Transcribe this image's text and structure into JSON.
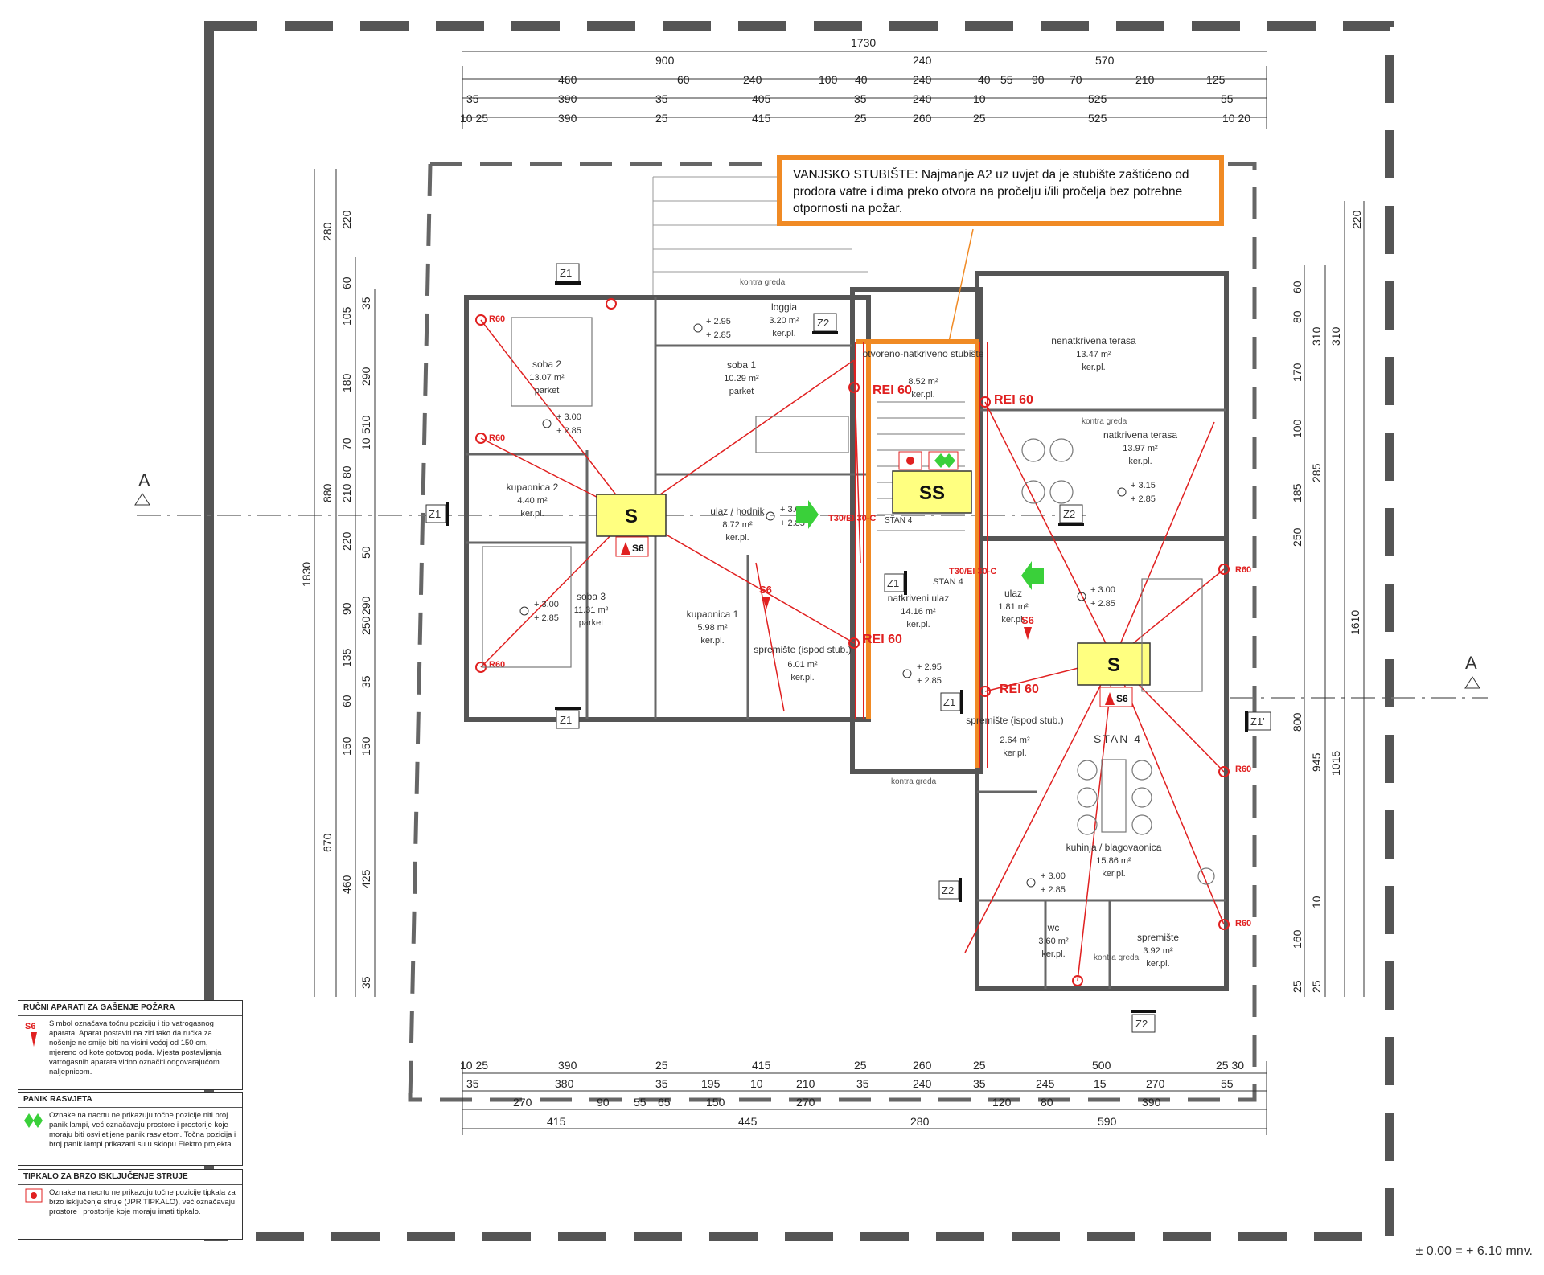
{
  "note": {
    "text": "VANJSKO STUBIŠTE: Najmanje A2 uz uvjet da je stubište zaštićeno od prodora vatre i dima preko otvora na pročelju i/ili pročelja bez potrebne otpornosti na požar."
  },
  "legend": {
    "extinguishers": {
      "title": "RUČNI APARATI ZA GAŠENJE POŽARA",
      "symbol": "S6",
      "text": "Simbol označava točnu poziciju i tip vatrogasnog aparata. Aparat postaviti na zid tako da ručka za nošenje ne smije biti na visini većoj od 150 cm, mjereno od kote gotovog poda. Mjesta postavljanja vatrogasnih aparata vidno označiti odgovarajućom naljepnicom."
    },
    "panic": {
      "title": "PANIK RASVJETA",
      "text": "Oznake na nacrtu ne prikazuju točne pozicije niti broj panik lampi, već označavaju prostore i prostorije koje moraju biti osvijetljene panik rasvjetom. Točna pozicija i broj panik lampi prikazani su u sklopu Elektro projekta."
    },
    "switch": {
      "title": "TIPKALO ZA BRZO ISKLJUČENJE STRUJE",
      "text": "Oznake na nacrtu ne prikazuju točne pozicije tipkala za brzo isključenje struje (JPR TIPKALO), već označavaju prostore i prostorije koje moraju imati tipkalo."
    }
  },
  "level_note": "± 0.00 = + 6.10 mnv.",
  "section_marks": {
    "left": "A",
    "right": "A"
  },
  "dims_top": {
    "row0": "1730",
    "row1": [
      "900",
      "240",
      "570"
    ],
    "row2": [
      "460",
      "60",
      "240",
      "100",
      "40",
      "240",
      "40",
      "55",
      "90",
      "70",
      "210",
      "125"
    ],
    "row3": [
      "35",
      "390",
      "35",
      "405",
      "35",
      "240",
      "10",
      "525",
      "55"
    ],
    "row4": [
      "10 25",
      "390",
      "25",
      "415",
      "25",
      "260",
      "25",
      "525",
      "10 20"
    ]
  },
  "dims_bottom": {
    "row1": [
      "10 25",
      "390",
      "25",
      "415",
      "25",
      "260",
      "25",
      "500",
      "25 30"
    ],
    "row2": [
      "35",
      "380",
      "35",
      "195",
      "10",
      "210",
      "35",
      "240",
      "35",
      "245",
      "15",
      "270",
      "55"
    ],
    "row3": [
      "270",
      "90",
      "55",
      "65",
      "150",
      "270",
      "120",
      "80",
      "390"
    ],
    "row4": [
      "415",
      "445",
      "280",
      "590"
    ]
  },
  "dims_left": {
    "outer": "1830",
    "col1": [
      "280",
      "880",
      "670"
    ],
    "col2": [
      "220",
      "60",
      "105",
      "180",
      "70",
      "80",
      "210",
      "220",
      "90",
      "135",
      "60",
      "150",
      "460"
    ],
    "col3": [
      "35",
      "290",
      "510",
      "10",
      "50",
      "290",
      "250",
      "35",
      "150",
      "425",
      "35"
    ]
  },
  "dims_right": {
    "outer": "1610",
    "col1": [
      "220",
      "60",
      "80",
      "170",
      "100",
      "185",
      "250",
      "800",
      "160",
      "25"
    ],
    "col2": [
      "310",
      "285",
      "945",
      "10",
      "25"
    ],
    "col3": [
      "310",
      "1015"
    ]
  },
  "rooms": [
    {
      "name": "soba 2",
      "area": "13.07 m²",
      "floor": "parket"
    },
    {
      "name": "soba 1",
      "area": "10.29 m²",
      "floor": "parket"
    },
    {
      "name": "loggia",
      "area": "3.20 m²",
      "floor": "ker.pl."
    },
    {
      "name": "otvoreno-natkriveno stubište",
      "area": "8.52 m²",
      "floor": "ker.pl."
    },
    {
      "name": "nenatkrivena terasa",
      "area": "13.47 m²",
      "floor": "ker.pl."
    },
    {
      "name": "natkrivena terasa",
      "area": "13.97 m²",
      "floor": "ker.pl."
    },
    {
      "name": "kupaonica 2",
      "area": "4.40 m²",
      "floor": "ker.pl."
    },
    {
      "name": "ulaz / hodnik",
      "area": "8.72 m²",
      "floor": "ker.pl."
    },
    {
      "name": "soba 3",
      "area": "11.31 m²",
      "floor": "parket"
    },
    {
      "name": "kupaonica 1",
      "area": "5.98 m²",
      "floor": "ker.pl."
    },
    {
      "name": "spremište (ispod stub.)",
      "area": "6.01 m²",
      "floor": "ker.pl."
    },
    {
      "name": "natkriveni ulaz",
      "area": "14.16 m²",
      "floor": "ker.pl."
    },
    {
      "name": "ulaz",
      "area": "1.81 m²",
      "floor": "ker.pl."
    },
    {
      "name": "spremište (ispod stub.)",
      "area": "2.64 m²",
      "floor": "ker.pl."
    },
    {
      "name": "kuhinja / blagovaonica",
      "area": "15.86 m²",
      "floor": "ker.pl."
    },
    {
      "name": "wc",
      "area": "3.60 m²",
      "floor": "ker.pl."
    },
    {
      "name": "spremište",
      "area": "3.92 m²",
      "floor": "ker.pl."
    }
  ],
  "labels": {
    "stan4_a": "STAN 4",
    "stan4_b": "STAN 4",
    "stan4_small": "STAN 4",
    "kontra_greda_1": "kontra greda",
    "kontra_greda_2": "kontra greda",
    "kontra_greda_3": "kontra greda",
    "kontra_greda_4": "kontra greda",
    "door_t30_1": "T30/EI 30-C",
    "door_t30_2": "T30/EI 30-C"
  },
  "levels": {
    "l1": [
      "+ 2.95",
      "+ 2.85"
    ],
    "l2": [
      "+ 3.00",
      "+ 2.85"
    ],
    "l3": [
      "+ 3.00",
      "+ 2.85"
    ],
    "l4": [
      "+ 3.15",
      "+ 2.85"
    ],
    "l5": [
      "+ 3.00",
      "+ 2.85"
    ],
    "l6": [
      "+ 3.00",
      "+ 2.85"
    ],
    "l7": [
      "+ 2.95",
      "+ 2.85"
    ],
    "l8": [
      "+ 3.00",
      "+ 2.85"
    ]
  },
  "fire_marks": {
    "s1": "S",
    "s2": "SS",
    "s3": "S",
    "s6_a": "S6",
    "s6_b": "S6",
    "s6_c": "S6",
    "s6_d": "S6",
    "rei_1": "REI 60",
    "rei_2": "REI 60",
    "rei_3": "REI 60",
    "rei_4": "REI 60",
    "r60": "R60"
  },
  "zmarks": {
    "z1": "Z1",
    "z2": "Z2",
    "z1p": "Z1'"
  },
  "colors": {
    "orange": "#f08a24",
    "red": "#e02020",
    "yellow": "#ffff80",
    "green": "#3ad03a",
    "wall": "#555555"
  }
}
